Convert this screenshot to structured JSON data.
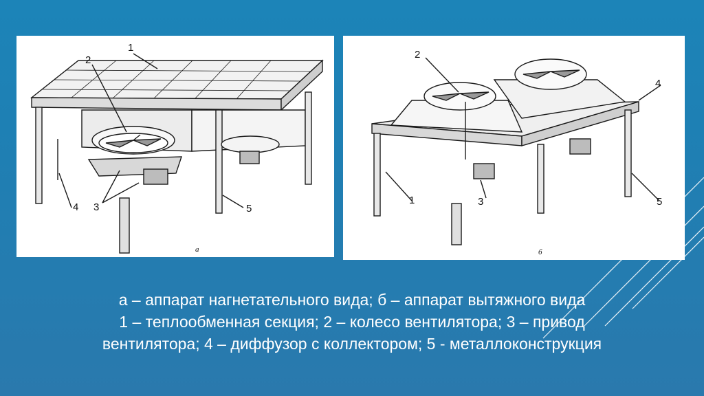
{
  "figure_a": {
    "labels": {
      "n1": "1",
      "n2": "2",
      "n3": "3",
      "n4": "4",
      "n5": "5"
    },
    "sublabel": "а"
  },
  "figure_b": {
    "labels": {
      "n1": "1",
      "n2": "2",
      "n3": "3",
      "n4": "4",
      "n5": "5"
    },
    "sublabel": "б"
  },
  "caption": {
    "line1": "а – аппарат нагнетательного вида; б – аппарат вытяжного вида",
    "line2": "1 – теплообменная секция; 2 – колесо вентилятора; 3 – привод",
    "line3": "вентилятора; 4 – диффузор с коллектором; 5 - металлоконструкция"
  }
}
